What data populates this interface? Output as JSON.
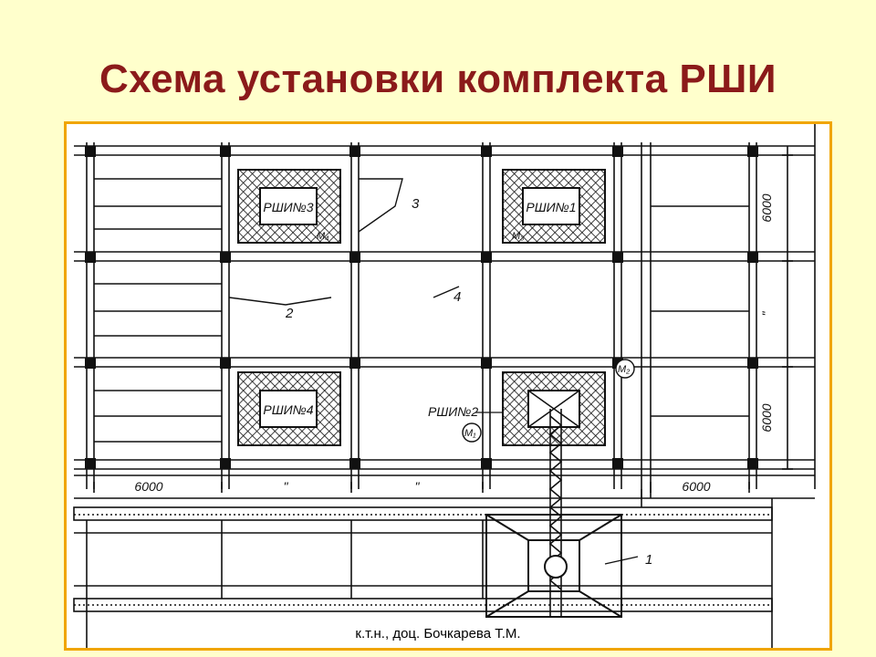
{
  "slide": {
    "title": "Схема установки комплекта РШИ",
    "footer": "к.т.н., доц. Бочкарева Т.М."
  },
  "colors": {
    "title": "#8b1a1a",
    "frame_border": "#f0a500",
    "background": "#ffffcc",
    "ink": "#111111"
  },
  "drawing": {
    "units": [
      {
        "label": "РШИ№3",
        "marker": "М₄"
      },
      {
        "label": "РШИ№1",
        "marker": "М₃"
      },
      {
        "label": "РШИ№4",
        "marker": ""
      },
      {
        "label": "РШИ№2",
        "marker": "М₂"
      }
    ],
    "extra_marker": "М₁",
    "callouts": {
      "c1": "1",
      "c2": "2",
      "c3": "3",
      "c4": "4"
    },
    "dimensions": {
      "bottom": [
        "6000",
        "\"",
        "\"",
        "6000"
      ],
      "right": [
        "6000",
        "\"",
        "6000"
      ]
    }
  }
}
